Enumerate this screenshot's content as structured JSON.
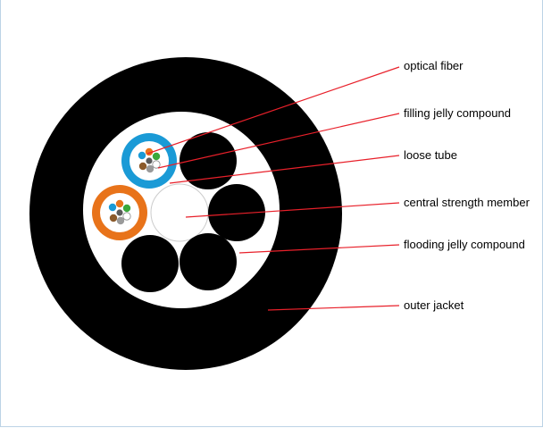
{
  "labels": {
    "optical_fiber": "optical fiber",
    "filling_jelly": "filling jelly compound",
    "loose_tube": "loose tube",
    "central_member": "central strength member",
    "flooding_jelly": "flooding jelly compound",
    "outer_jacket": "outer jacket"
  },
  "colors": {
    "jacket": "#000000",
    "inner_fill": "#ffffff",
    "tube_blue": "#1a9ad6",
    "tube_orange": "#e8731a",
    "leader_line": "#e8202a",
    "fiber_colors": [
      "#1a9ad6",
      "#e8731a",
      "#3aa83a",
      "#8b5a2b",
      "#9a9a9a",
      "#ffffff"
    ]
  },
  "icons": [
    "fiber-bundle-icon"
  ]
}
